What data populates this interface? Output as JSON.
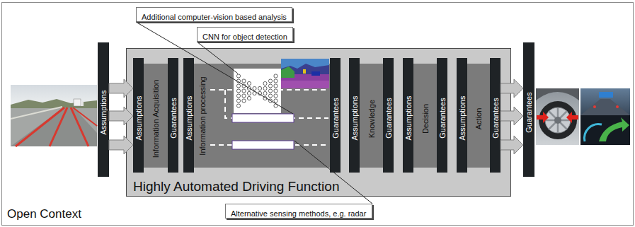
{
  "diagram": {
    "nodes": [
      {
        "text": [
          "Open Context"
        ]
      },
      {
        "text": [
          "Additional computer-vision based analysis"
        ],
        "in": 0
      },
      {
        "text": [
          "CNN for object detection"
        ],
        "in": 0
      },
      {
        "text": [
          "Assumptions"
        ],
        "in": 0
      },
      {
        "text": [
          "Highly Automated Driving Function"
        ],
        "in": 0
      },
      {
        "text": [
          "Assumptions"
        ],
        "in": 4
      },
      {
        "text": [
          "Information Acquisition"
        ],
        "in": 4
      },
      {
        "text": [
          "Guarantees"
        ],
        "in": 4
      },
      {
        "text": [
          "Assumptions"
        ],
        "in": 4
      },
      {
        "text": [
          "Information processing"
        ],
        "in": 4
      },
      {
        "text": [
          "Guarantees"
        ],
        "in": 4
      },
      {
        "text": [
          "Assumptions"
        ],
        "in": 4
      },
      {
        "text": [
          "Knowledge"
        ],
        "in": 4
      },
      {
        "text": [
          "Guarantees"
        ],
        "in": 4
      },
      {
        "text": [
          "Assumptions"
        ],
        "in": 4
      },
      {
        "text": [
          "Decision"
        ],
        "in": 4
      },
      {
        "text": [
          "Guarantees"
        ],
        "in": 4
      },
      {
        "text": [
          "Assumptions"
        ],
        "in": 4
      },
      {
        "text": [
          "Action"
        ],
        "in": 4
      },
      {
        "text": [
          "Guarantees"
        ],
        "in": 4
      },
      {
        "text": [
          "Guarantees"
        ],
        "in": 0
      },
      {
        "text": [
          "Alternative sensing methods, e.g. radar"
        ],
        "in": 0
      }
    ],
    "edges": [
      {
        "from": 3,
        "to": 5,
        "arrow": "to"
      },
      {
        "from": 3,
        "to": 5,
        "arrow": "to"
      },
      {
        "from": 3,
        "to": 5,
        "arrow": "to"
      },
      {
        "from": 19,
        "to": 20,
        "arrow": "to"
      },
      {
        "from": 19,
        "to": 20,
        "arrow": "to"
      },
      {
        "from": 19,
        "to": 20,
        "arrow": "to"
      }
    ]
  }
}
